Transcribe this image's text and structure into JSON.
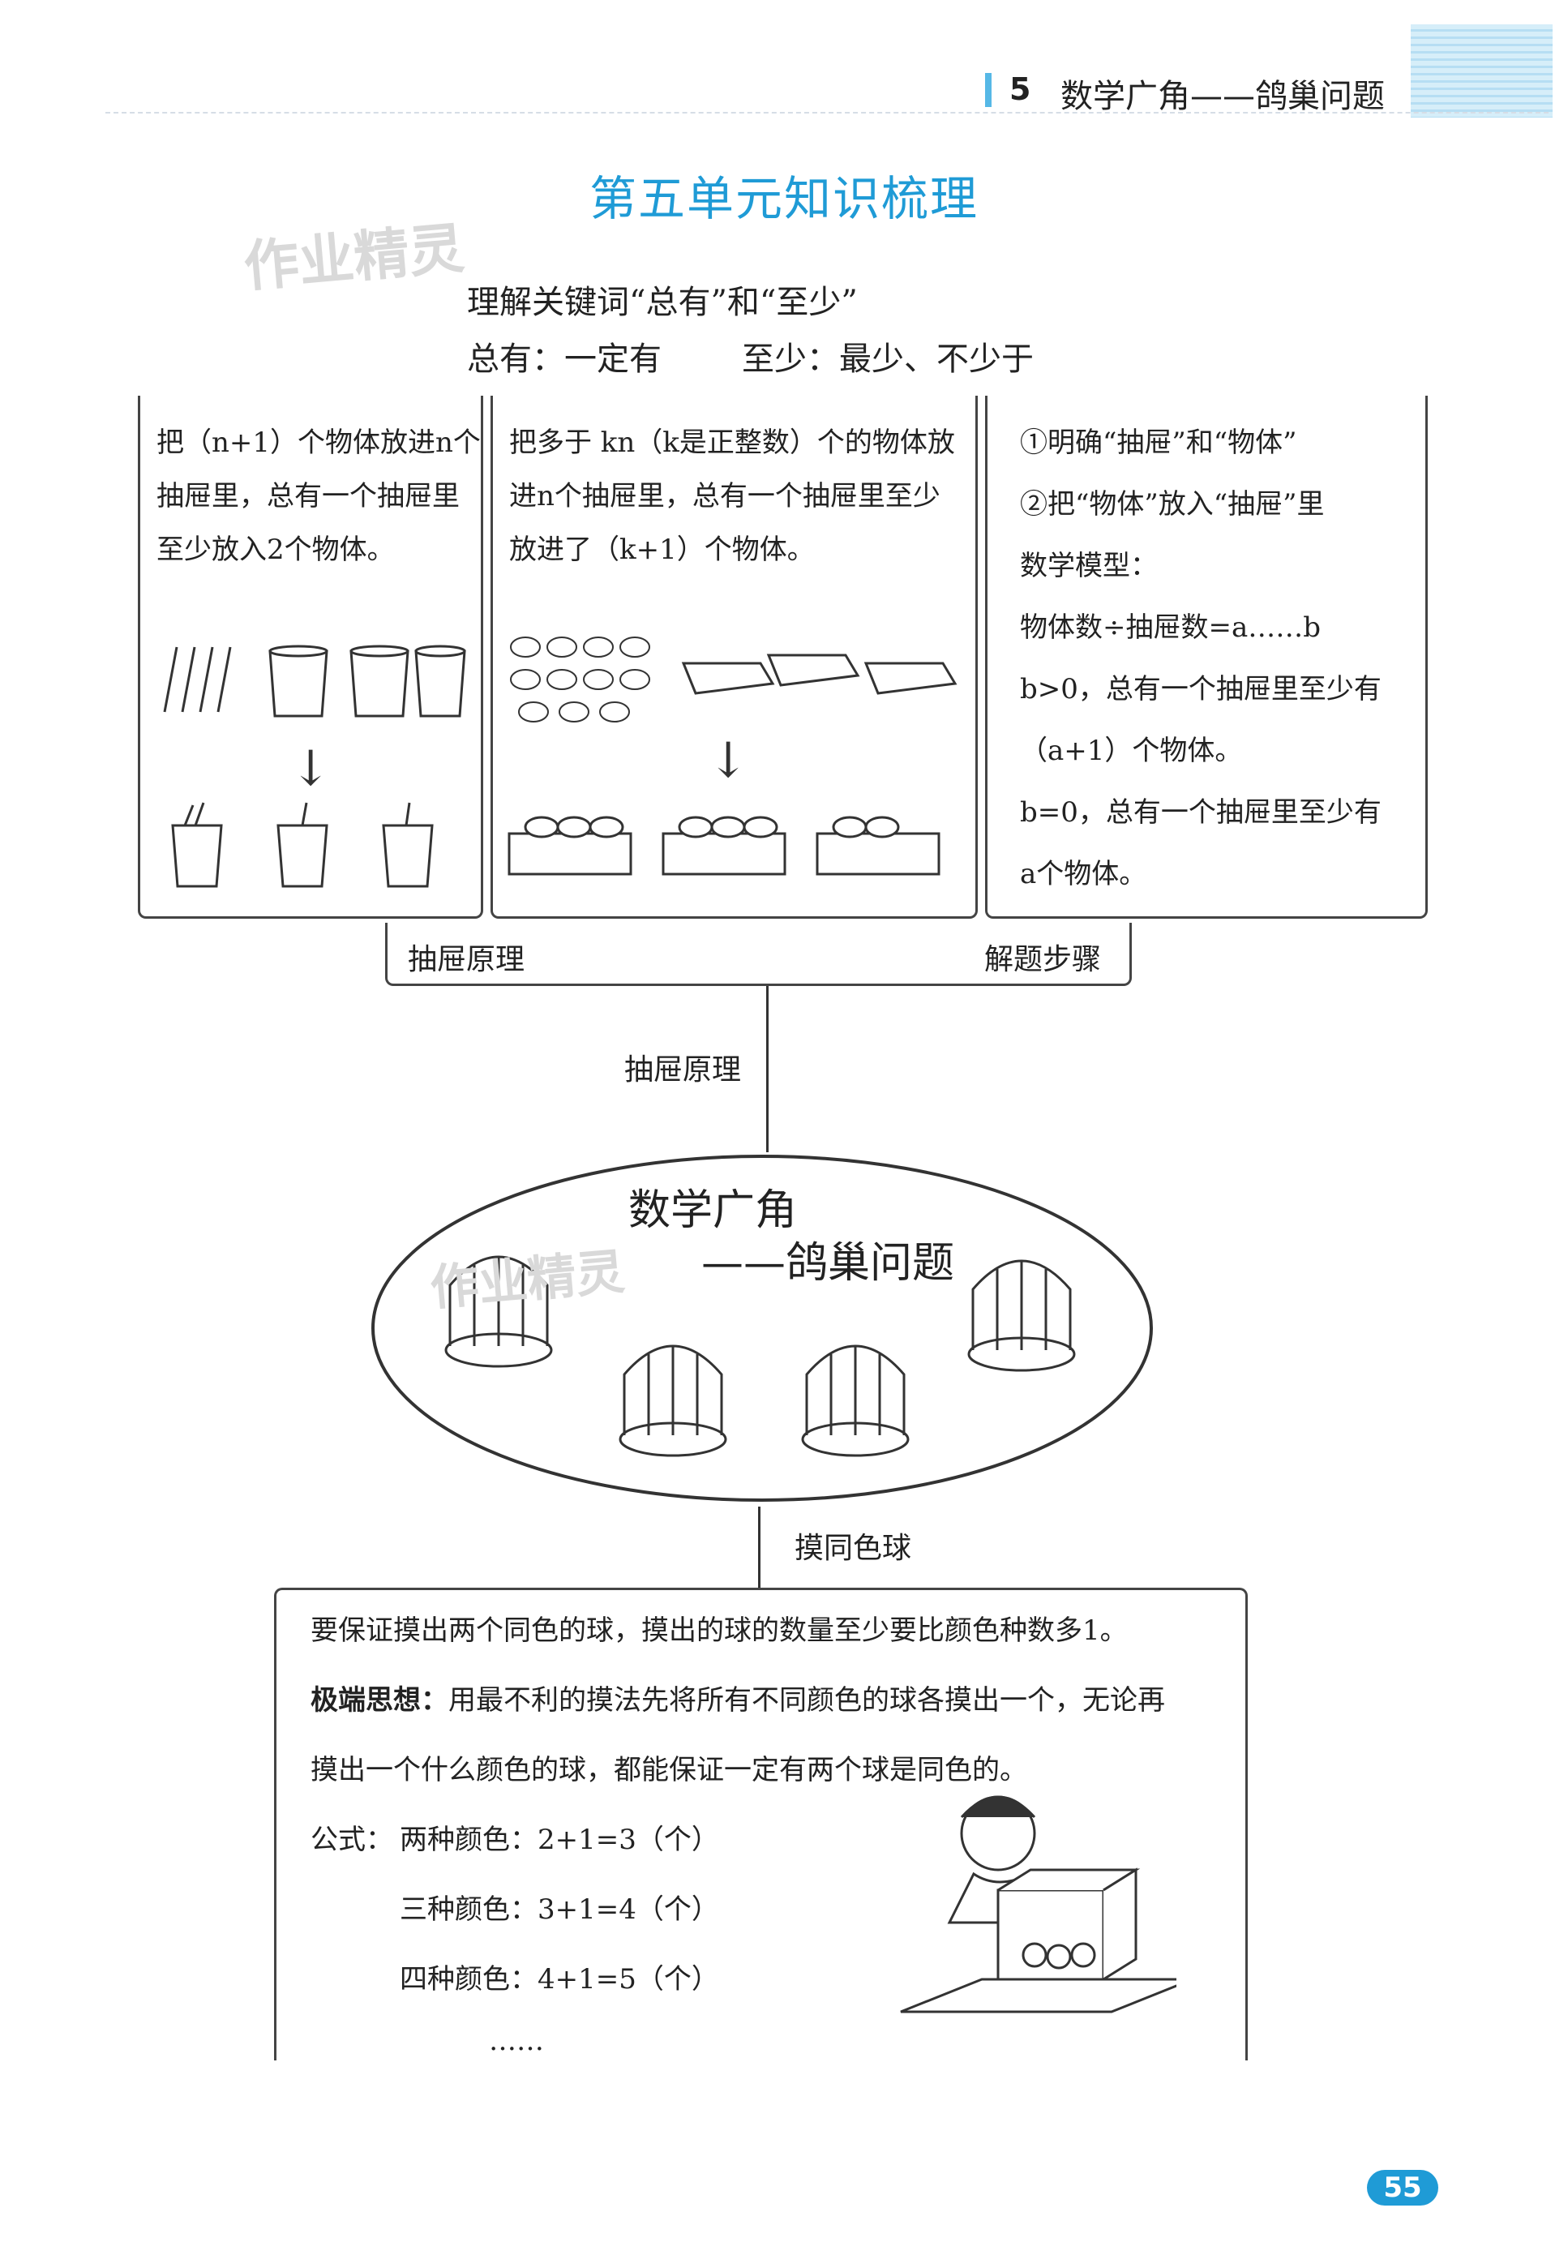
{
  "header": {
    "chapter_number": "5",
    "chapter_title": "数学广角——鸽巢问题"
  },
  "page_title": "第五单元知识梳理",
  "watermark": "作业精灵",
  "keywords": {
    "intro": "理解关键词“总有”和“至少”",
    "always": "总有：一定有",
    "at_least": "至少：最少、不少于"
  },
  "principle_box_1": {
    "line1": "把（n+1）个物体放进n个",
    "line2": "抽屉里，总有一个抽屉里",
    "line3": "至少放入2个物体。"
  },
  "principle_box_2": {
    "line1": "把多于 kn（k是正整数）个的物体放",
    "line2": "进n个抽屉里，总有一个抽屉里至少",
    "line3": "放进了（k+1）个物体。"
  },
  "steps_box": {
    "lines": [
      "①明确“抽屉”和“物体”",
      "②把“物体”放入“抽屉”里",
      "数学模型：",
      "物体数÷抽屉数=a……b",
      "b>0，总有一个抽屉里至少有",
      "（a+1）个物体。",
      "b=0，总有一个抽屉里至少有",
      "a个物体。"
    ]
  },
  "bar_labels": {
    "left": "抽屉原理",
    "right": "解题步骤"
  },
  "connector_label_top": "抽屉原理",
  "center": {
    "title_line1": "数学广角",
    "title_line2": "——鸽巢问题"
  },
  "connector_label_bottom": "摸同色球",
  "ball_box": {
    "line1": "要保证摸出两个同色的球，摸出的球的数量至少要比颜色种数多1。",
    "extreme_label": "极端思想：",
    "extreme_text": "用最不利的摸法先将所有不同颜色的球各摸出一个，无论再",
    "line3": "摸出一个什么颜色的球，都能保证一定有两个球是同色的。",
    "formula_label": "公式：",
    "formulas": [
      "两种颜色：2+1=3（个）",
      "三种颜色：3+1=4（个）",
      "四种颜色：4+1=5（个）"
    ],
    "ellipsis": "……"
  },
  "page_number": "55",
  "icons": {
    "pencils": "pencils-icon",
    "cups": "cup-icon",
    "candies": "candy-icon",
    "boxes": "tray-box-icon",
    "bird_cage": "bird-cage-icon",
    "boy": "boy-with-ball-box-icon",
    "arrow": "down-arrow-icon"
  },
  "colors": {
    "accent": "#1f9bd6",
    "border": "#444444"
  }
}
